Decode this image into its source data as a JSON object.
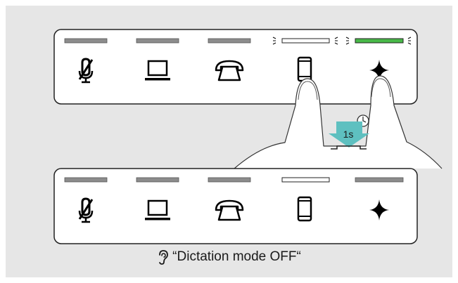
{
  "panel_before": {
    "icons": [
      "mic-off-icon",
      "laptop-icon",
      "desk-phone-icon",
      "mobile-phone-icon",
      "sparkle-icon"
    ],
    "led_states": [
      "grey",
      "grey",
      "grey",
      "white-blinking",
      "green-blinking"
    ]
  },
  "panel_after": {
    "icons": [
      "mic-off-icon",
      "laptop-icon",
      "desk-phone-icon",
      "mobile-phone-icon",
      "sparkle-icon"
    ],
    "led_states": [
      "grey",
      "grey",
      "grey",
      "white",
      "grey"
    ]
  },
  "press": {
    "duration_label": "1s",
    "icons": [
      "clock-icon",
      "down-arrow-icon"
    ]
  },
  "caption": {
    "icon": "ear-icon",
    "text": "“Dictation mode OFF“"
  },
  "colors": {
    "led_grey": "#8c8c8c",
    "led_green": "#48b848",
    "led_white": "#ffffff",
    "arrow": "#5ec0c0",
    "background": "#e6e6e6"
  }
}
